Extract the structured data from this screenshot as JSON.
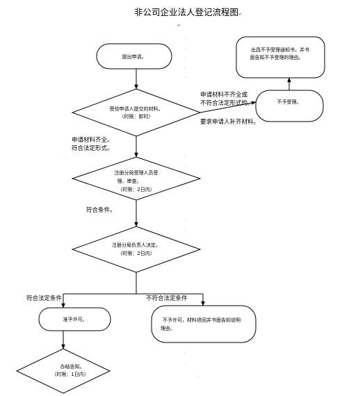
{
  "title": "非公司企业法人登记流程图",
  "nodes": {
    "submit_application": "提出申请。",
    "review_materials_line1": "受验申请人提交的材料。",
    "review_materials_line2": "（时限：即时）",
    "not_accepted": "不予受理。",
    "not_accepted_notice_line1": "出具不予受理通知书，并书",
    "not_accepted_notice_line2": "面告知不予受理的理由。",
    "registration_review_line1": "注册分局受理人员受",
    "registration_review_line2": "理、审查。",
    "registration_review_line3": "（时限：2日内）",
    "bureau_chief_decision_line1": "注册分局负责人决定。",
    "bureau_chief_decision_line2": "（时限：2日内）",
    "grant_permit": "准予许可。",
    "deny_permit_line1": "不予许可，材料退回并书面告知说明",
    "deny_permit_line2": "理由。",
    "notify_line1": "办结告知。",
    "notify_line2": "（时限：1日内）"
  },
  "labels": {
    "incomplete_line1": "申请材料不齐全或",
    "incomplete_line2": "不符合法定形式的。",
    "request_supplement": "要求申请人补齐材料。",
    "complete_line1": "申请材料齐全。",
    "complete_line2": "符合法定形式。",
    "meets_conditions": "符合条件。",
    "meets_legal_conditions": "符合法定条件",
    "fails_legal_conditions": "不符合法定条件"
  },
  "colors": {
    "stroke": "#000000",
    "background": "#ffffff"
  }
}
